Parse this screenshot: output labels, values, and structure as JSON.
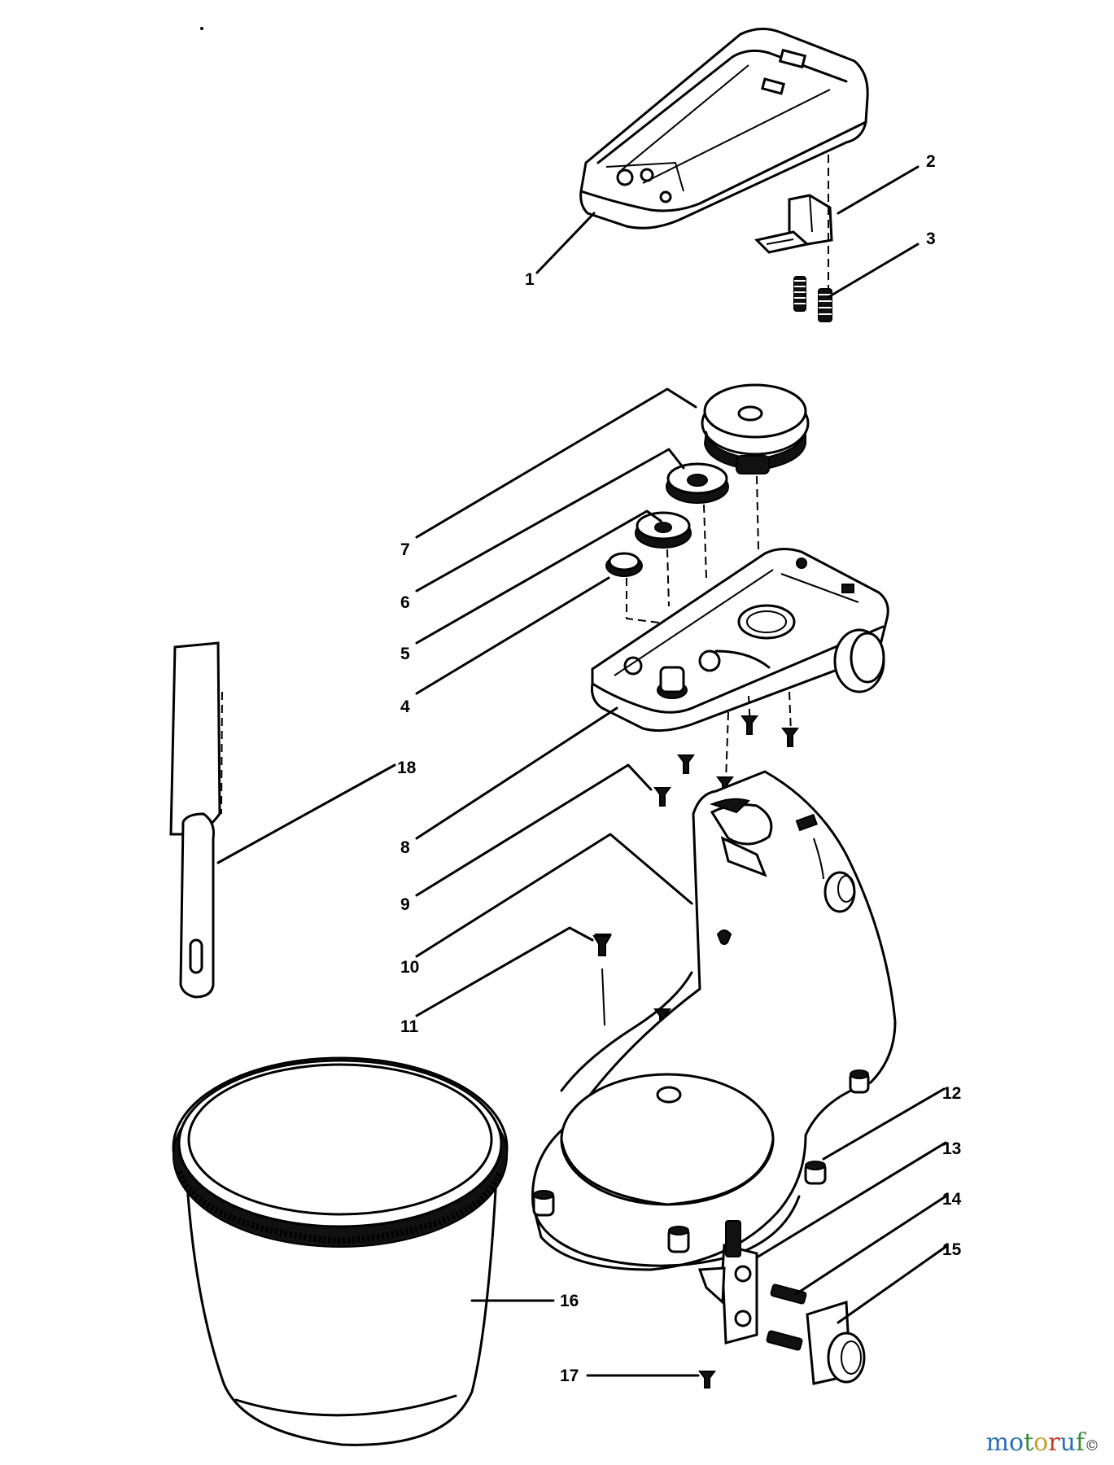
{
  "parts": [
    {
      "label": "1"
    },
    {
      "label": "2"
    },
    {
      "label": "3"
    },
    {
      "label": "4"
    },
    {
      "label": "5"
    },
    {
      "label": "6"
    },
    {
      "label": "7"
    },
    {
      "label": "8"
    },
    {
      "label": "9"
    },
    {
      "label": "10"
    },
    {
      "label": "11"
    },
    {
      "label": "12"
    },
    {
      "label": "13"
    },
    {
      "label": "14"
    },
    {
      "label": "15"
    },
    {
      "label": "16"
    },
    {
      "label": "17"
    },
    {
      "label": "18"
    }
  ],
  "watermark": {
    "letters": [
      "m",
      "o",
      "t",
      "o",
      "r",
      "u",
      "f"
    ],
    "colors": [
      "#2a6fb5",
      "#2a6fb5",
      "#3d8a3d",
      "#c9a227",
      "#c0392b",
      "#2a6fb5",
      "#3d8a3d"
    ],
    "mark": "©"
  }
}
